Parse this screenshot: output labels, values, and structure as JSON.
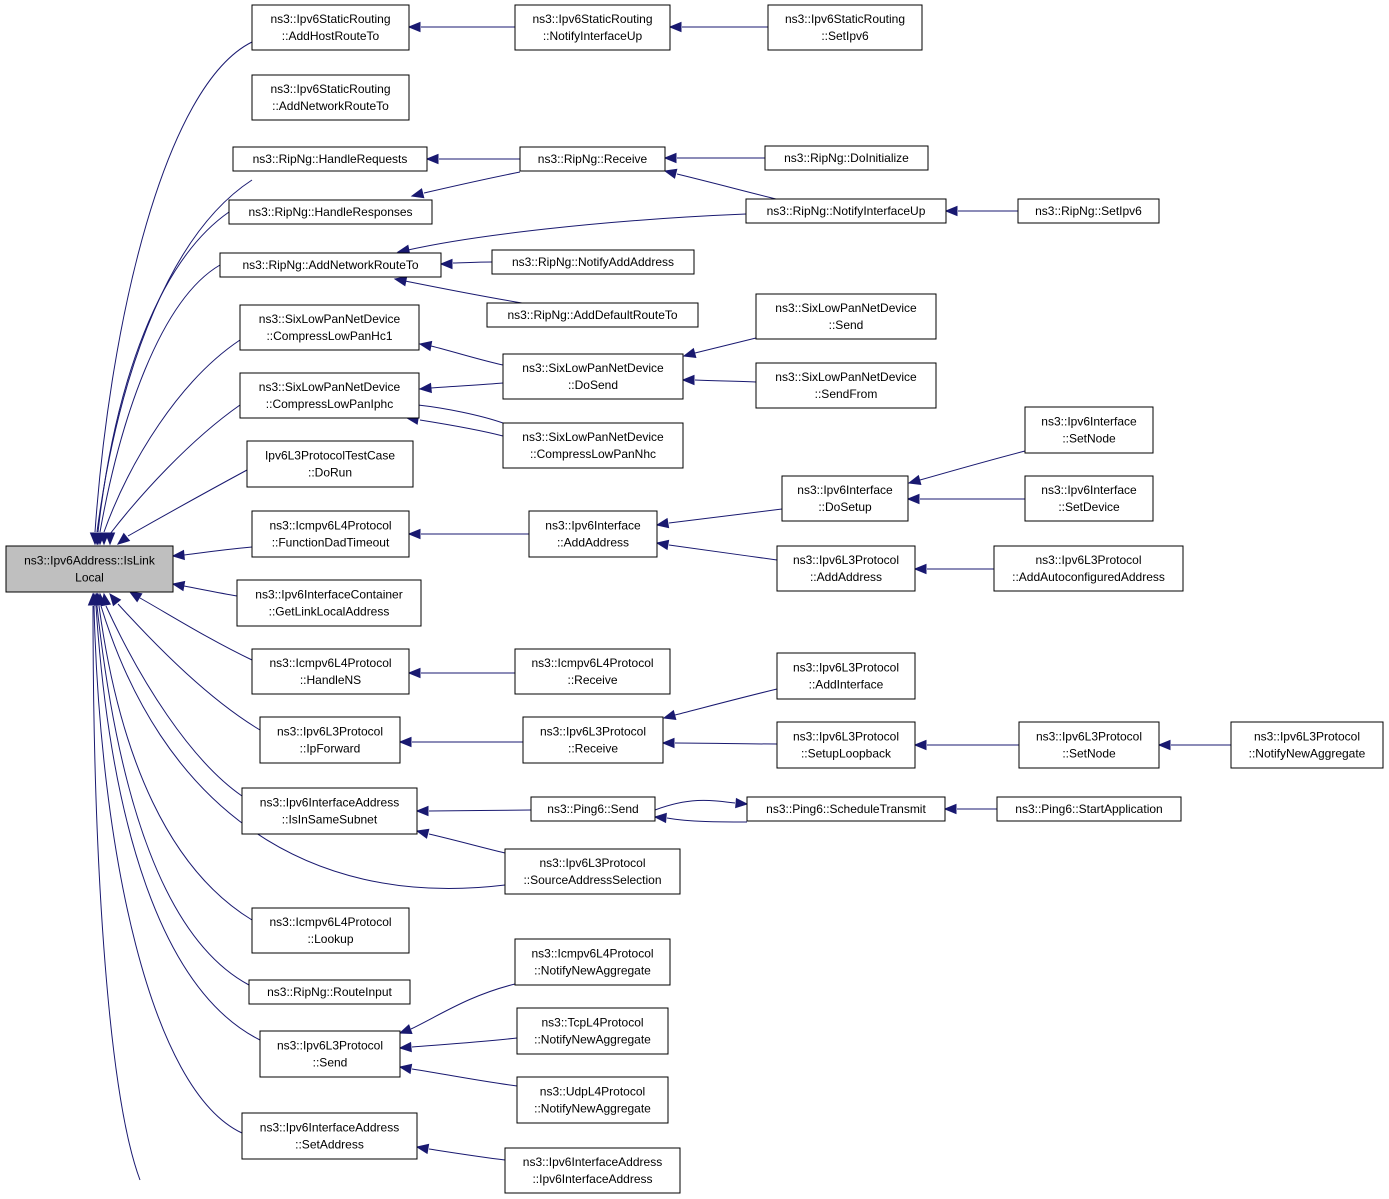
{
  "root": [
    "ns3::Ipv6Address::IsLink",
    "Local"
  ],
  "nodes": {
    "n1": [
      "ns3::Ipv6StaticRouting",
      "::AddHostRouteTo"
    ],
    "n2": [
      "ns3::Ipv6StaticRouting",
      "::NotifyInterfaceUp"
    ],
    "n3": [
      "ns3::Ipv6StaticRouting",
      "::SetIpv6"
    ],
    "n4": [
      "ns3::Ipv6StaticRouting",
      "::AddNetworkRouteTo"
    ],
    "n5": [
      "ns3::RipNg::HandleRequests"
    ],
    "n6": [
      "ns3::RipNg::Receive"
    ],
    "n7": [
      "ns3::RipNg::DoInitialize"
    ],
    "n8": [
      "ns3::RipNg::HandleResponses"
    ],
    "n9": [
      "ns3::RipNg::NotifyInterfaceUp"
    ],
    "n10": [
      "ns3::RipNg::SetIpv6"
    ],
    "n11": [
      "ns3::RipNg::AddNetworkRouteTo"
    ],
    "n12": [
      "ns3::RipNg::NotifyAddAddress"
    ],
    "n13": [
      "ns3::RipNg::AddDefaultRouteTo"
    ],
    "n14": [
      "ns3::SixLowPanNetDevice",
      "::CompressLowPanHc1"
    ],
    "n15": [
      "ns3::SixLowPanNetDevice",
      "::Send"
    ],
    "n16": [
      "ns3::SixLowPanNetDevice",
      "::DoSend"
    ],
    "n17": [
      "ns3::SixLowPanNetDevice",
      "::CompressLowPanIphc"
    ],
    "n18": [
      "ns3::SixLowPanNetDevice",
      "::SendFrom"
    ],
    "n19": [
      "ns3::SixLowPanNetDevice",
      "::CompressLowPanNhc"
    ],
    "n20": [
      "ns3::Ipv6Interface",
      "::SetNode"
    ],
    "n21": [
      "Ipv6L3ProtocolTestCase",
      "::DoRun"
    ],
    "n22": [
      "ns3::Ipv6Interface",
      "::DoSetup"
    ],
    "n23": [
      "ns3::Ipv6Interface",
      "::SetDevice"
    ],
    "n24": [
      "ns3::Icmpv6L4Protocol",
      "::FunctionDadTimeout"
    ],
    "n25": [
      "ns3::Ipv6Interface",
      "::AddAddress"
    ],
    "n26": [
      "ns3::Ipv6L3Protocol",
      "::AddAddress"
    ],
    "n27": [
      "ns3::Ipv6L3Protocol",
      "::AddAutoconfiguredAddress"
    ],
    "n28": [
      "ns3::Ipv6InterfaceContainer",
      "::GetLinkLocalAddress"
    ],
    "n29": [
      "ns3::Icmpv6L4Protocol",
      "::HandleNS"
    ],
    "n30": [
      "ns3::Icmpv6L4Protocol",
      "::Receive"
    ],
    "n31": [
      "ns3::Ipv6L3Protocol",
      "::AddInterface"
    ],
    "n32": [
      "ns3::Ipv6L3Protocol",
      "::IpForward"
    ],
    "n33": [
      "ns3::Ipv6L3Protocol",
      "::Receive"
    ],
    "n34": [
      "ns3::Ipv6L3Protocol",
      "::SetupLoopback"
    ],
    "n35": [
      "ns3::Ipv6L3Protocol",
      "::SetNode"
    ],
    "n36": [
      "ns3::Ipv6L3Protocol",
      "::NotifyNewAggregate"
    ],
    "n37": [
      "ns3::Ipv6InterfaceAddress",
      "::IsInSameSubnet"
    ],
    "n38": [
      "ns3::Ping6::Send"
    ],
    "n39": [
      "ns3::Ping6::ScheduleTransmit"
    ],
    "n40": [
      "ns3::Ping6::StartApplication"
    ],
    "n41": [
      "ns3::Ipv6L3Protocol",
      "::SourceAddressSelection"
    ],
    "n42": [
      "ns3::Icmpv6L4Protocol",
      "::Lookup"
    ],
    "n43": [
      "ns3::Icmpv6L4Protocol",
      "::NotifyNewAggregate"
    ],
    "n44": [
      "ns3::RipNg::RouteInput"
    ],
    "n45": [
      "ns3::TcpL4Protocol",
      "::NotifyNewAggregate"
    ],
    "n46": [
      "ns3::Ipv6L3Protocol",
      "::Send"
    ],
    "n47": [
      "ns3::UdpL4Protocol",
      "::NotifyNewAggregate"
    ],
    "n48": [
      "ns3::Ipv6InterfaceAddress",
      "::SetAddress"
    ],
    "n49": [
      "ns3::Ipv6InterfaceAddress",
      "::Ipv6InterfaceAddress"
    ]
  },
  "colors": {
    "edge": "#191970",
    "root_fill": "#bfbfbf",
    "node_fill": "#ffffff",
    "node_border": "#000000"
  }
}
